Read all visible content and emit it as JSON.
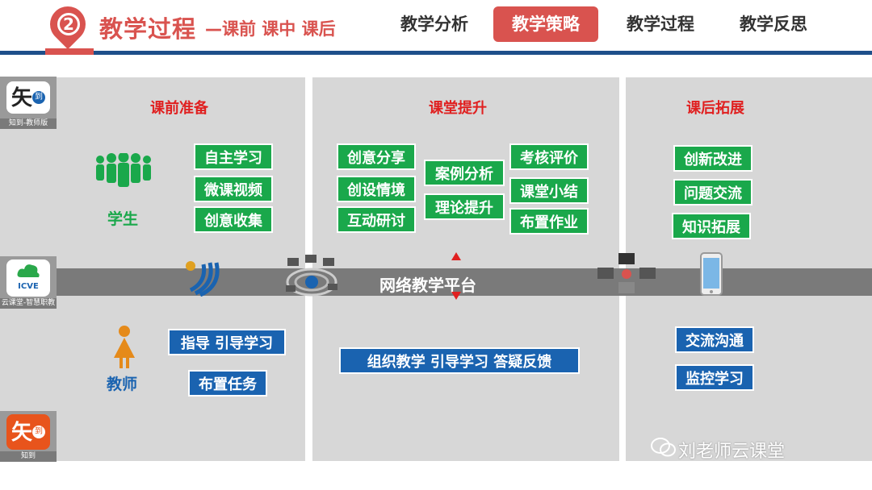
{
  "header": {
    "step_number": "2",
    "title": "教学过程",
    "subtitle": "—课前 课中 课后",
    "tabs": [
      {
        "label": "教学分析",
        "active": false
      },
      {
        "label": "教学策略",
        "active": true
      },
      {
        "label": "教学过程",
        "active": false
      },
      {
        "label": "教学反思",
        "active": false
      }
    ]
  },
  "apps": {
    "zhidao_teacher": {
      "glyph": "矢",
      "badge": "到",
      "caption": "知到-教师版"
    },
    "icve": {
      "text": "ICVE",
      "caption": "云课堂-智慧职教"
    },
    "zhidao": {
      "glyph": "矢",
      "badge": "到",
      "caption": "知到"
    }
  },
  "columns": {
    "pre": {
      "title": "课前准备",
      "student_label": "学生",
      "teacher_label": "教师",
      "student_tags": [
        "自主学习",
        "微课视频",
        "创意收集"
      ],
      "teacher_tags": [
        "指导 引导学习",
        "布置任务"
      ]
    },
    "in": {
      "title": "课堂提升",
      "left_tags": [
        "创意分享",
        "创设情境",
        "互动研讨"
      ],
      "mid_tags": [
        "案例分析",
        "理论提升"
      ],
      "right_tags": [
        "考核评价",
        "课堂小结",
        "布置作业"
      ],
      "teacher_tag": "组织教学  引导学习  答疑反馈"
    },
    "post": {
      "title": "课后拓展",
      "student_tags": [
        "创新改进",
        "问题交流",
        "知识拓展"
      ],
      "teacher_tags": [
        "交流沟通",
        "监控学习"
      ]
    }
  },
  "platform": {
    "label": "网络教学平台"
  },
  "watermark": "刘老师云课堂",
  "colors": {
    "accent": "#d9534f",
    "nav_bar": "#1e4f8a",
    "green": "#1aa84b",
    "blue": "#1a63b0",
    "title_red": "#e02020"
  }
}
